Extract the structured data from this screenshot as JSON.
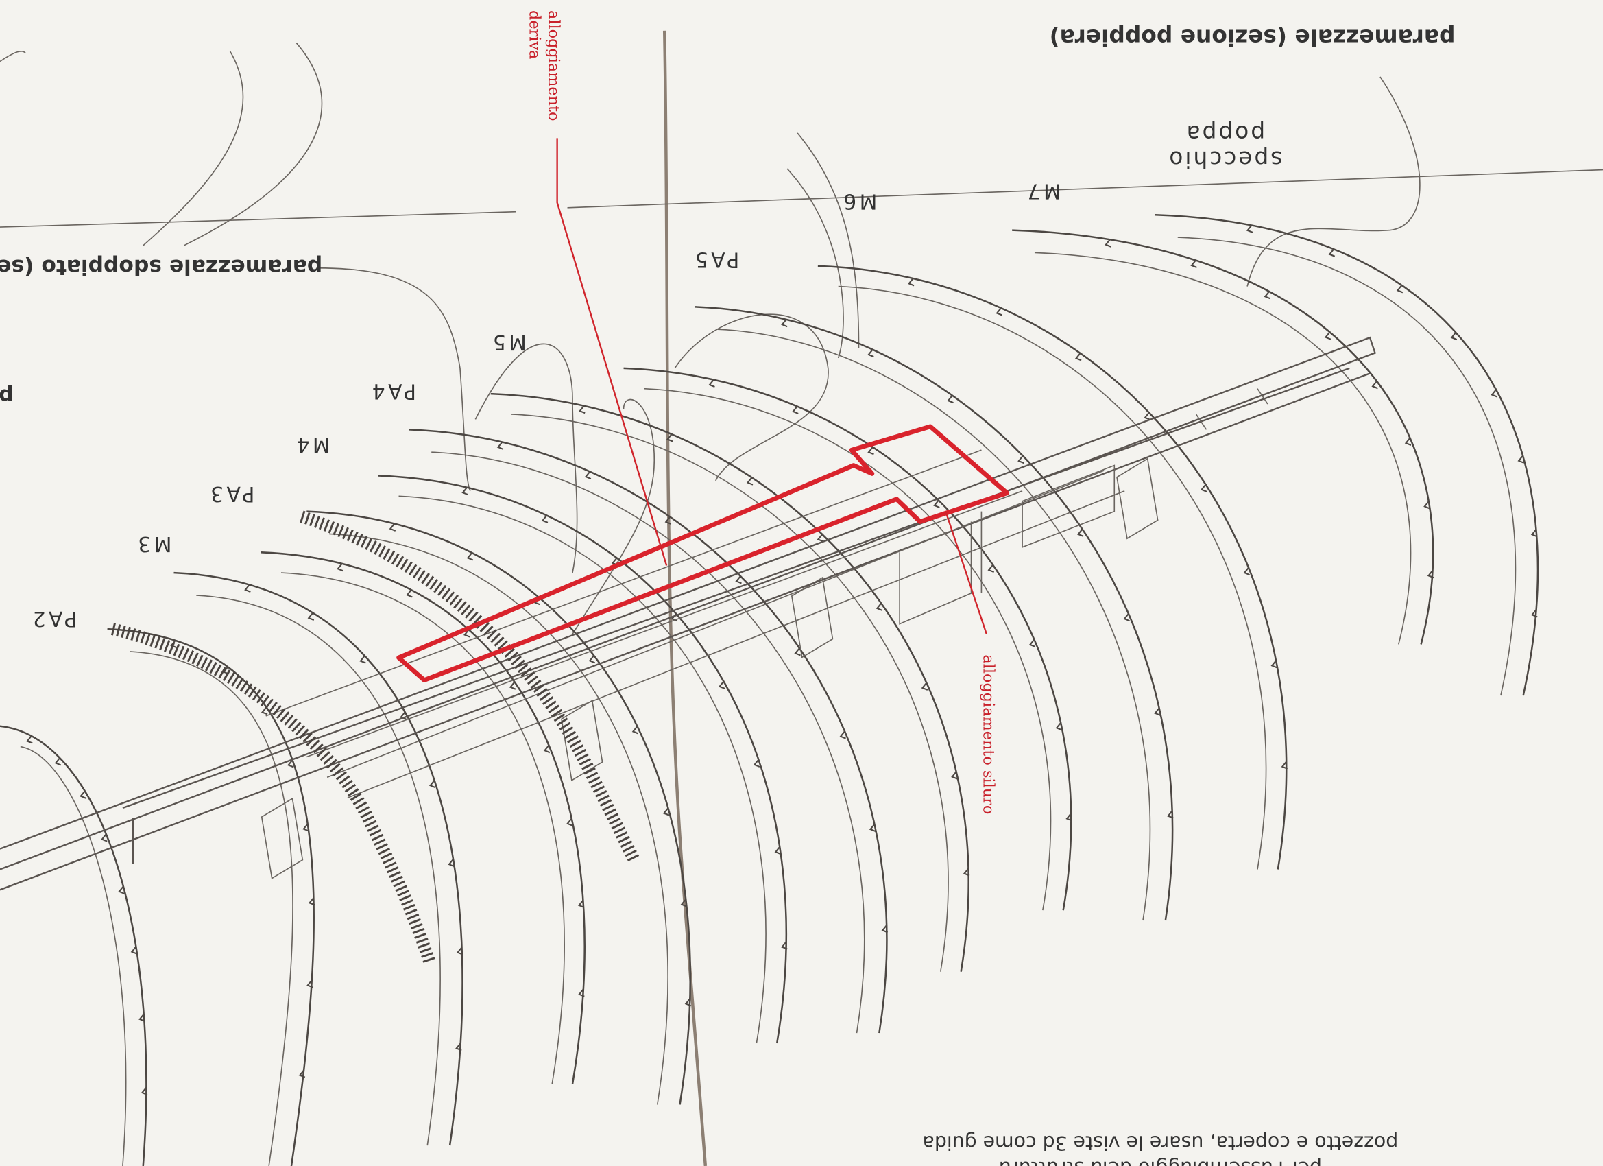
{
  "titles": {
    "stern_section": "paramezzale (sezione poppiera)",
    "double_section": "paramezzale sdoppiato (sez",
    "edge_letter": "p"
  },
  "frame_labels": {
    "pa2": "PA2",
    "m3": "M3",
    "pa3": "PA3",
    "m4": "M4",
    "pa4": "PA4",
    "m5": "M5",
    "pa5": "PA5",
    "m6": "M6",
    "m7": "M7"
  },
  "transom_label": {
    "line1": "specchio",
    "line2": "poppa"
  },
  "annotations": {
    "fin_housing_1": "alloggiamento",
    "fin_housing_2": "deriva",
    "torpedo_housing": "alloggiamento siluro"
  },
  "footer_notes": {
    "line1": "per l'assemblaggio dela struttura",
    "line2": "pozzetto e coperta, usare le viste 3d come guida"
  },
  "colors": {
    "annotation_red": "#d9232c",
    "line_art": "#4c4743",
    "paper": "#f4f3ef"
  }
}
